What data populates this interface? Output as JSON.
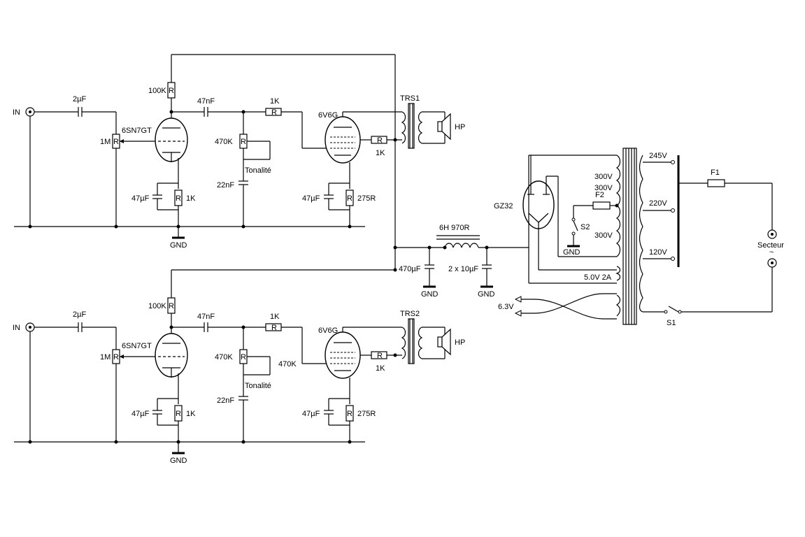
{
  "channel1": {
    "input": "IN",
    "c_in": "2µF",
    "pot_in": "1M",
    "r_plate": "100K",
    "tube1": "6SN7GT",
    "c_couple": "47nF",
    "r_series": "1K",
    "tube2": "6V6G",
    "r_tone": "470K",
    "tone": "Tonalité",
    "c_tone": "22nF",
    "c_k1": "47µF",
    "r_k1": "1K",
    "gnd": "GND",
    "c_k2": "47µF",
    "r_k2": "275R",
    "r_grid": "1K",
    "transformer": "TRS1",
    "speaker": "HP"
  },
  "channel2": {
    "input": "IN",
    "c_in": "2µF",
    "pot_in": "1M",
    "r_plate": "100K",
    "tube1": "6SN7GT",
    "c_couple": "47nF",
    "r_series": "1K",
    "tube2": "6V6G",
    "r_tone": "470K",
    "r_tone_extra": "470K",
    "tone": "Tonalité",
    "c_tone": "22nF",
    "c_k1": "47µF",
    "r_k1": "1K",
    "gnd": "GND",
    "c_k2": "47µF",
    "r_k2": "275R",
    "r_grid": "1K",
    "transformer": "TRS2",
    "speaker": "HP"
  },
  "supply": {
    "choke": "6H 970R",
    "c_filter1": "470µF",
    "c_filter2": "2 x 10µF",
    "gnd1": "GND",
    "gnd2": "GND",
    "rectifier": "GZ32",
    "fuse2": "F2",
    "switch2": "S2",
    "gnd3": "GND",
    "fuse1": "F1",
    "switch1": "S1",
    "sec_hv1": "300V",
    "sec_hv2": "300V",
    "sec_hv3": "300V",
    "sec_rect": "5.0V 2A",
    "sec_heater": "6.3V",
    "tap1": "245V",
    "tap2": "220V",
    "tap3": "120V",
    "mains": "Secteur",
    "mains_symbol": "~"
  },
  "resistor_symbol": "R"
}
